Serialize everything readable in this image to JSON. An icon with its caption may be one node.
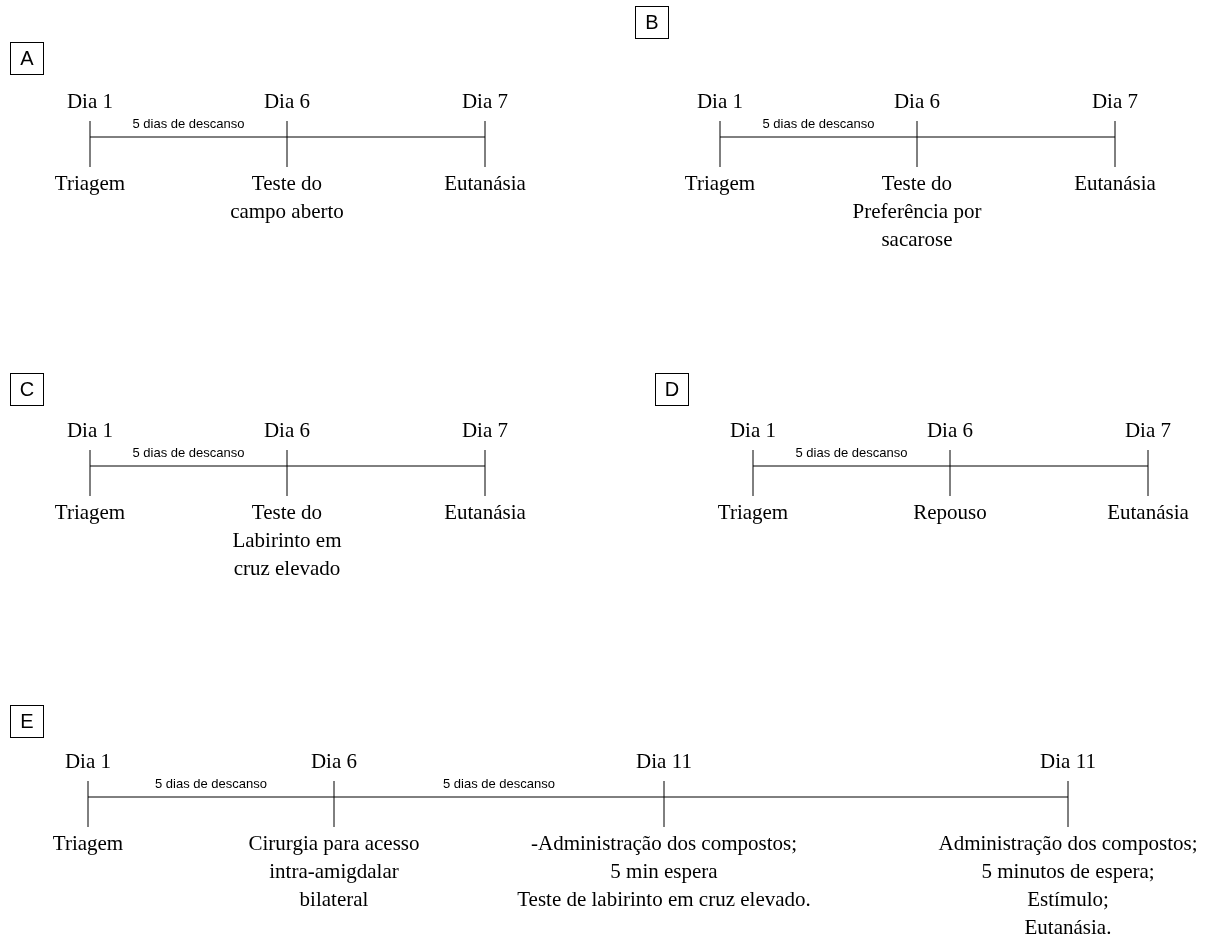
{
  "diagram": {
    "nodes": [
      {
        "text": [
          "A"
        ]
      },
      {
        "text": [
          "Dia 1",
          "Triagem"
        ]
      },
      {
        "text": [
          "Dia 6",
          "Teste do campo aberto"
        ]
      },
      {
        "text": [
          "Dia 7",
          "Eutanásia"
        ]
      },
      {
        "text": [
          "B"
        ]
      },
      {
        "text": [
          "Dia 1",
          "Triagem"
        ]
      },
      {
        "text": [
          "Dia 6",
          "Teste do Preferência por sacarose"
        ]
      },
      {
        "text": [
          "Dia 7",
          "Eutanásia"
        ]
      },
      {
        "text": [
          "C"
        ]
      },
      {
        "text": [
          "Dia 1",
          "Triagem"
        ]
      },
      {
        "text": [
          "Dia 6",
          "Teste do Labirinto em cruz elevado"
        ]
      },
      {
        "text": [
          "Dia 7",
          "Eutanásia"
        ]
      },
      {
        "text": [
          "D"
        ]
      },
      {
        "text": [
          "Dia 1",
          "Triagem"
        ]
      },
      {
        "text": [
          "Dia 6",
          "Repouso"
        ]
      },
      {
        "text": [
          "Dia 7",
          "Eutanásia"
        ]
      },
      {
        "text": [
          "E"
        ]
      },
      {
        "text": [
          "Dia 1",
          "Triagem"
        ]
      },
      {
        "text": [
          "Dia 6",
          "Cirurgia para acesso intra-amigdalar bilateral"
        ]
      },
      {
        "text": [
          "Dia 11",
          "-Administração dos compostos;",
          "5 min espera",
          "Teste de labirinto em cruz elevado."
        ]
      },
      {
        "text": [
          "Dia 11",
          "Administração dos compostos;",
          "5 minutos de espera;",
          "Estímulo;",
          "Eutanásia."
        ]
      }
    ],
    "edges": [
      {
        "from": 1,
        "to": 2,
        "arrow": "none",
        "label": "5 dias de descanso"
      },
      {
        "from": 2,
        "to": 3,
        "arrow": "none"
      },
      {
        "from": 5,
        "to": 6,
        "arrow": "none",
        "label": "5 dias de descanso"
      },
      {
        "from": 6,
        "to": 7,
        "arrow": "none"
      },
      {
        "from": 9,
        "to": 10,
        "arrow": "none",
        "label": "5 dias de descanso"
      },
      {
        "from": 10,
        "to": 11,
        "arrow": "none"
      },
      {
        "from": 13,
        "to": 14,
        "arrow": "none",
        "label": "5 dias de descanso"
      },
      {
        "from": 14,
        "to": 15,
        "arrow": "none"
      },
      {
        "from": 17,
        "to": 18,
        "arrow": "none",
        "label": "5 dias de descanso"
      },
      {
        "from": 18,
        "to": 19,
        "arrow": "none",
        "label": "5 dias de descanso"
      },
      {
        "from": 19,
        "to": 20,
        "arrow": "none"
      }
    ]
  }
}
